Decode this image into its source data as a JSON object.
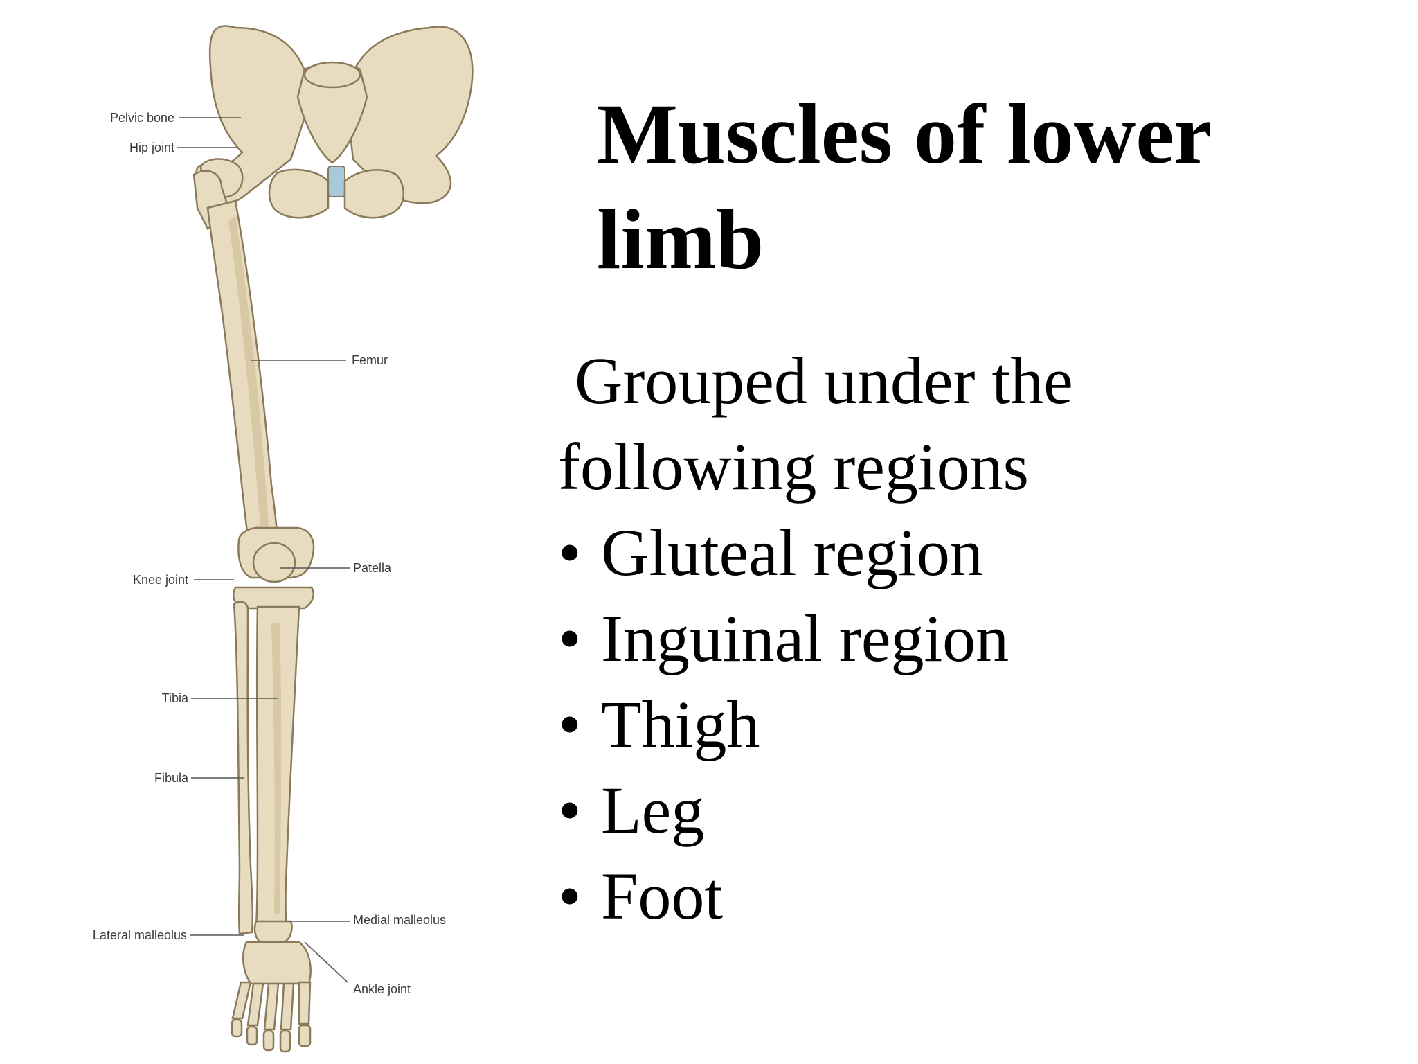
{
  "slide": {
    "title": "Muscles of lower limb",
    "intro_line1": "Grouped under the",
    "intro_line2": "following regions",
    "bullet_char": "•",
    "bullets": [
      "Gluteal region",
      "Inguinal region",
      "Thigh",
      "Leg",
      "Foot"
    ]
  },
  "figure": {
    "labels": {
      "pelvic_bone": "Pelvic bone",
      "hip_joint": "Hip joint",
      "femur": "Femur",
      "knee_joint": "Knee joint",
      "patella": "Patella",
      "tibia": "Tibia",
      "fibula": "Fibula",
      "lateral_malleolus": "Lateral malleolus",
      "medial_malleolus": "Medial malleolus",
      "ankle_joint": "Ankle joint"
    },
    "colors": {
      "bone": "#e8dcc0",
      "bone_outline": "#8a7a5a",
      "pubic_symphysis": "#a8c8dc"
    }
  }
}
